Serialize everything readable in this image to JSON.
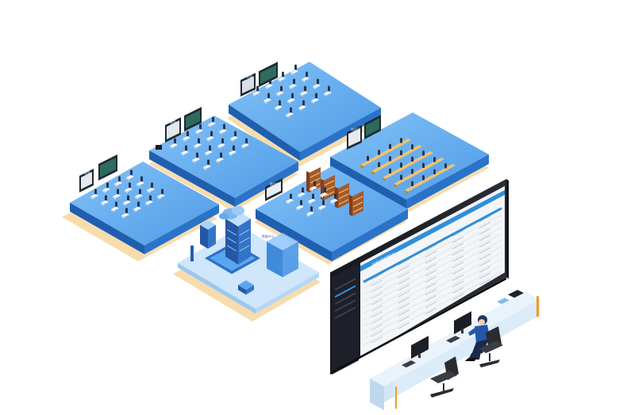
{
  "colors": {
    "platform_top": "#5aa6ee",
    "platform_top_light": "#7bbdf6",
    "platform_left": "#1f5fb0",
    "platform_right": "#2a73c8",
    "shadow": "#f7dcae",
    "wall_screen": "#1b1d24",
    "wall_panel": "#f3f5f8",
    "wall_header": "#2f8fd8",
    "desk_top": "#e9f3fc",
    "desk_front": "#bfd8ef",
    "accent_orange": "#f39a1e",
    "operator_blue": "#2358a8"
  },
  "platforms": [
    {
      "id": "top",
      "label": "教室"
    },
    {
      "id": "mid",
      "label": "教室"
    },
    {
      "id": "left",
      "label": "教室"
    },
    {
      "id": "lab",
      "label": "实训室"
    },
    {
      "id": "library",
      "label": "图书馆"
    },
    {
      "id": "datacenter",
      "label": "数据中心"
    }
  ],
  "monitor_wall": {
    "title": "智慧校园管理平台"
  }
}
